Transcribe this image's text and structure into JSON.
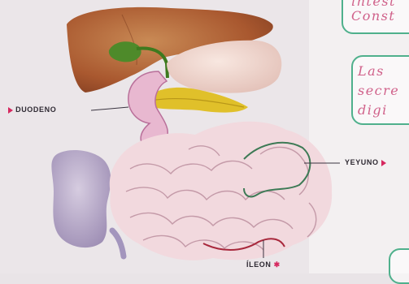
{
  "labels": {
    "duodeno": "DUODENO",
    "yeyuno": "YEYUNO",
    "ileon": "ÍLEON"
  },
  "notes": {
    "card_top_line1": "intest",
    "card_top_line2": "Const",
    "card_mid_line1": "Las",
    "card_mid_line2": "secre",
    "card_mid_line3": "digi"
  },
  "icons": {
    "label_marker": "triangle-marker-icon",
    "ileon_marker": "star-marker-icon"
  },
  "colors": {
    "background": "#e9e4e7",
    "liver": "#b5653a",
    "gallbladder": "#4e8a2a",
    "stomach": "#efd2c9",
    "pancreas": "#e0c02a",
    "small_intestine": "#f1d6dd",
    "colon": "#b5a7c8",
    "card_border": "#4fb08c",
    "handwriting": "#d0618a",
    "marker": "#d6285f"
  }
}
